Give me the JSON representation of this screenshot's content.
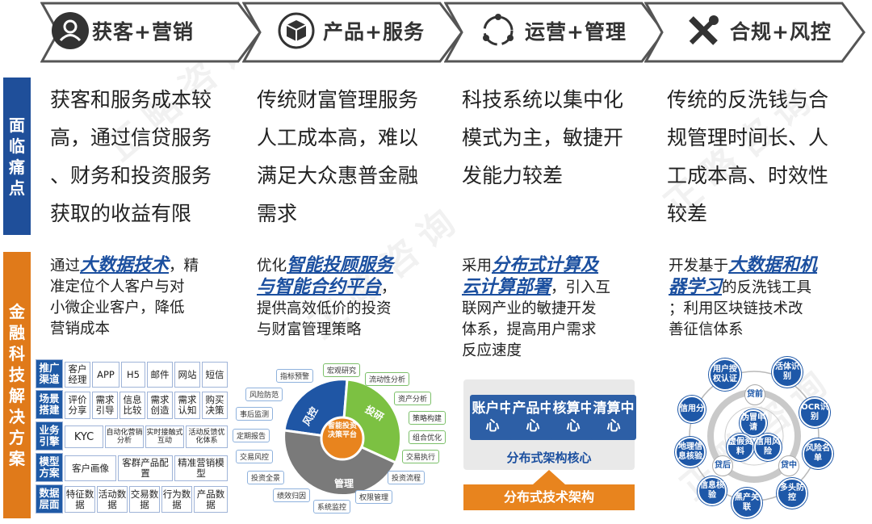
{
  "headers": [
    {
      "label": "获客+营销",
      "icon": "user-icon"
    },
    {
      "label": "产品+服务",
      "icon": "box-icon"
    },
    {
      "label": "运营+管理",
      "icon": "cycle-icon"
    },
    {
      "label": "合规+风控",
      "icon": "tools-icon"
    }
  ],
  "sidebar": {
    "pain_label": "面临痛点",
    "fintech_label": "金融科技解决方案",
    "pain_color": "#1f4f9a",
    "fintech_color": "#e07a1a"
  },
  "pain_points": [
    [
      "获客和服务成本较",
      "高，通过信贷服务",
      "、财务和投资服务",
      "获取的收益有限"
    ],
    [
      "传统财富管理服务",
      "人工成本高，难以",
      "满足大众惠普金融",
      "需求"
    ],
    [
      "科技系统以集中化",
      "模式为主，敏捷开",
      "发能力较差"
    ],
    [
      "传统的反洗钱与合",
      "规管理时间长、人",
      "工成本高、时效性",
      "较差"
    ]
  ],
  "solutions": {
    "col1": {
      "pre": "通过",
      "hl": "大数据技术",
      "post1": "，精",
      "lines": [
        "准定位个人客户与对",
        "小微企业客户，降低",
        "营销成本"
      ]
    },
    "col2": {
      "pre": "优化",
      "hl1": "智能投顾服务",
      "hl2": "与智能合约平台",
      "post1": "，",
      "lines": [
        "提供高效低价的投资",
        "与财富管理策略"
      ]
    },
    "col3": {
      "pre": "采用",
      "hl1": "分布式计算及",
      "hl2": "云计算部署",
      "post1": "，引入互",
      "lines": [
        "联网产业的敏捷开发",
        "体系，提高用户需求",
        "反应速度"
      ]
    },
    "col4": {
      "pre": "开发基于",
      "hl1": "大数据和机",
      "hl2": "器学习",
      "post1": "的反洗钱工具",
      "lines": [
        "；利用区块链技术改",
        "善征信体系"
      ]
    }
  },
  "grid": {
    "rows": [
      {
        "head": "推广渠道",
        "cells": [
          "客户经理",
          "APP",
          "H5",
          "邮件",
          "网站",
          "短信"
        ]
      },
      {
        "head": "场景搭建",
        "cells": [
          "评价分享",
          "需求引导",
          "信息比较",
          "需求创造",
          "需求认知",
          "购买决策"
        ]
      },
      {
        "head": "业务引擎",
        "cells": [
          "KYC",
          "自动化营销分析",
          "实时接触式互动",
          "活动反馈优化体系"
        ]
      },
      {
        "head": "模型方案",
        "cells": [
          "客户画像",
          "客群产品配置",
          "精准营销模型"
        ]
      },
      {
        "head": "数据层面",
        "cells": [
          "特征数据",
          "活动数据",
          "交易数据",
          "行为数据",
          "产品数据"
        ]
      }
    ]
  },
  "wheel": {
    "center": "智能投资决策平台",
    "segments": [
      "风控",
      "投研",
      "管理"
    ],
    "tags": [
      "指标预警",
      "宏观研究",
      "流动性分析",
      "风险防范",
      "资产分析",
      "事后监测",
      "策略构建",
      "定期报告",
      "组合优化",
      "交易风控",
      "交易执行",
      "投资全景",
      "投资流程",
      "绩效归因",
      "权限管理",
      "系统监控"
    ],
    "colors": {
      "blue": "#1f56a5",
      "green": "#7cc142",
      "gray": "#7a7a7a"
    }
  },
  "architecture": {
    "blocks": [
      "账户中心",
      "产品中心",
      "核算中心",
      "清算中心"
    ],
    "core_label": "分布式架构核心",
    "base_label": "分布式技术架构",
    "base_color": "#e8841e"
  },
  "risk": {
    "center": [
      "伪冒申请",
      "虚假资料",
      "信用风险"
    ],
    "ring": [
      "贷前",
      "贷中",
      "贷后"
    ],
    "outer": [
      "活体识别",
      "OCR识别",
      "风险名单",
      "多头防控",
      "黑产关联",
      "信息核验",
      "地理信息核验",
      "信用分",
      "用户授权认证"
    ]
  },
  "watermark": "正略咨询"
}
